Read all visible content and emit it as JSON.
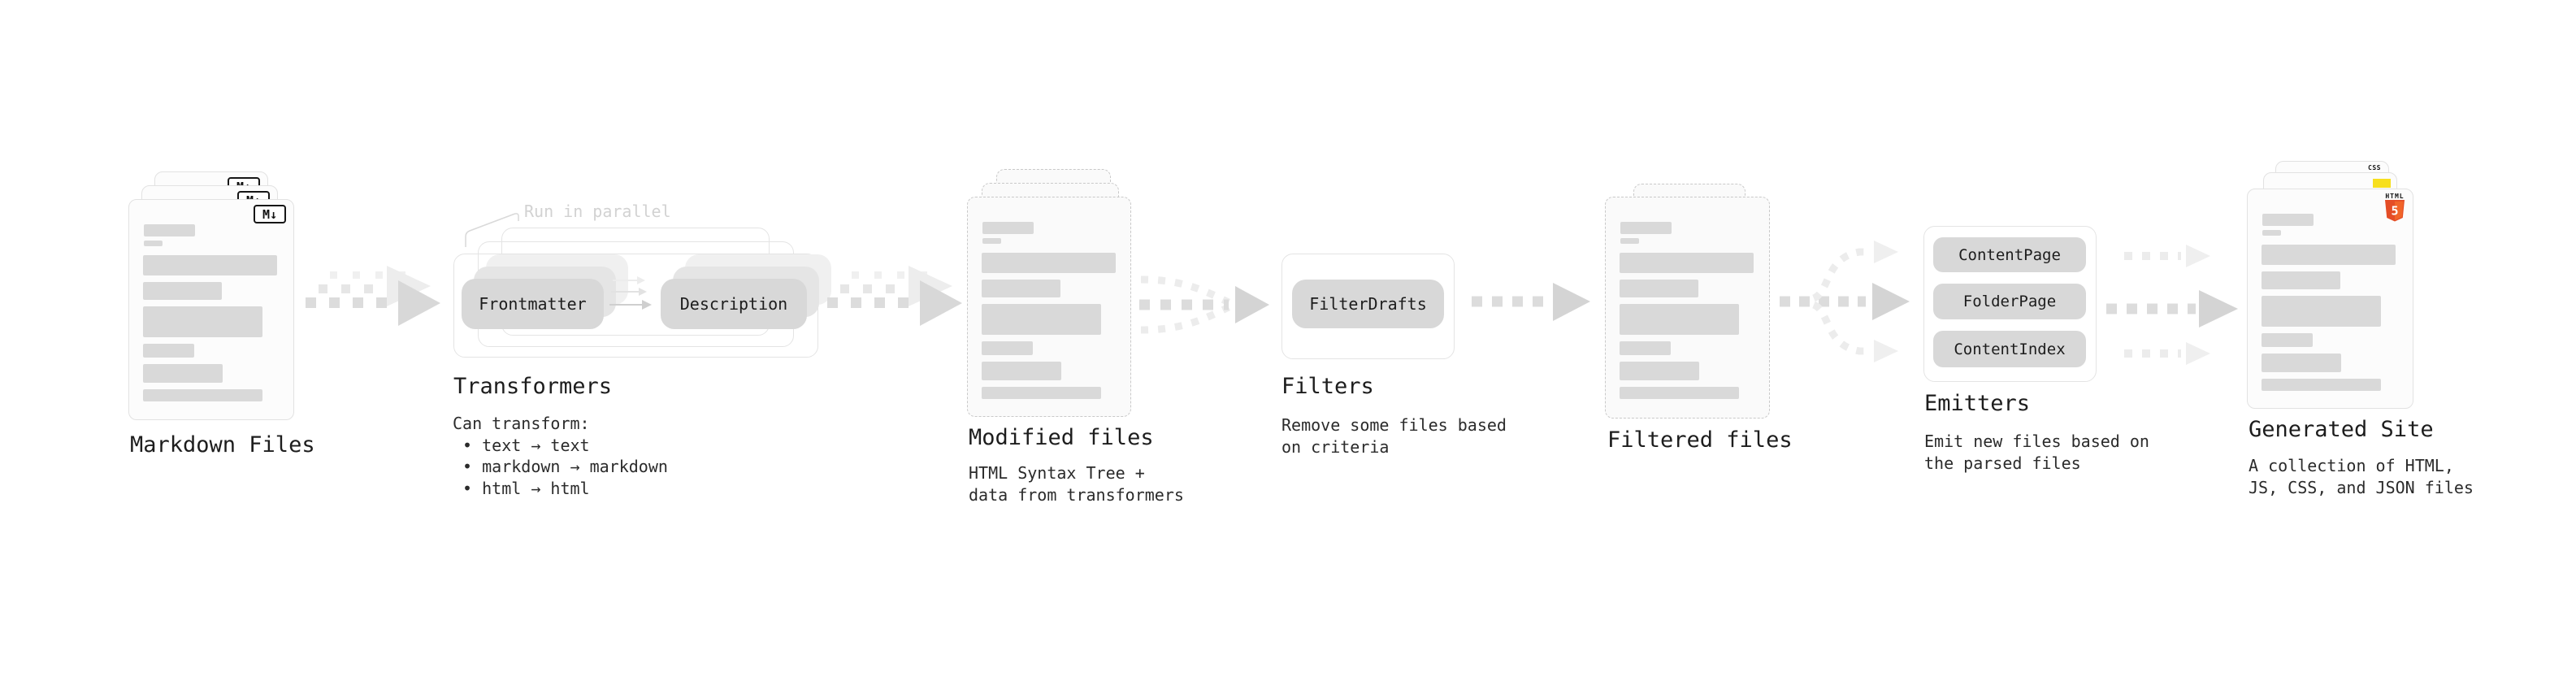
{
  "colors": {
    "background": "#ffffff",
    "card_fill": "#fcfcfc",
    "card_border": "#e2e2e2",
    "dashed_card_border": "#c9c9c9",
    "content_bar": "#d9d9d9",
    "pill_fill": "#d8d8d8",
    "frame_border": "#e4e4e4",
    "arrow_dash": "#dcdcdc",
    "arrow_head": "#d4d4d4",
    "arrow_ghost": "#ededed",
    "faded_text": "#d2d2d2",
    "heading_text": "#1d1d1d",
    "body_text": "#2b2b2b",
    "html5_orange": "#e44d26",
    "js_yellow": "#f7df1e",
    "css_blue": "#2862ff"
  },
  "stages": {
    "markdown": {
      "title": "Markdown Files",
      "badge": "M↓"
    },
    "transformers": {
      "title": "Transformers",
      "annotation": "Run in parallel",
      "node_a": "Frontmatter",
      "node_b": "Description",
      "body": [
        "Can transform:",
        " • text → text",
        " • markdown → markdown",
        " • html → html"
      ]
    },
    "modified": {
      "title": "Modified files",
      "body": [
        "HTML Syntax Tree +",
        "data from transformers"
      ]
    },
    "filters": {
      "title": "Filters",
      "node": "FilterDrafts",
      "body": [
        "Remove some files based",
        "on criteria"
      ]
    },
    "filtered": {
      "title": "Filtered files"
    },
    "emitters": {
      "title": "Emitters",
      "nodes": [
        "ContentPage",
        "FolderPage",
        "ContentIndex"
      ],
      "body": [
        "Emit new files based on",
        "the parsed files"
      ]
    },
    "generated": {
      "title": "Generated Site",
      "css_badge": "CSS",
      "html_badge_label": "HTML",
      "html_badge_number": "5",
      "body": [
        "A collection of HTML,",
        "JS, CSS, and JSON files"
      ]
    }
  }
}
